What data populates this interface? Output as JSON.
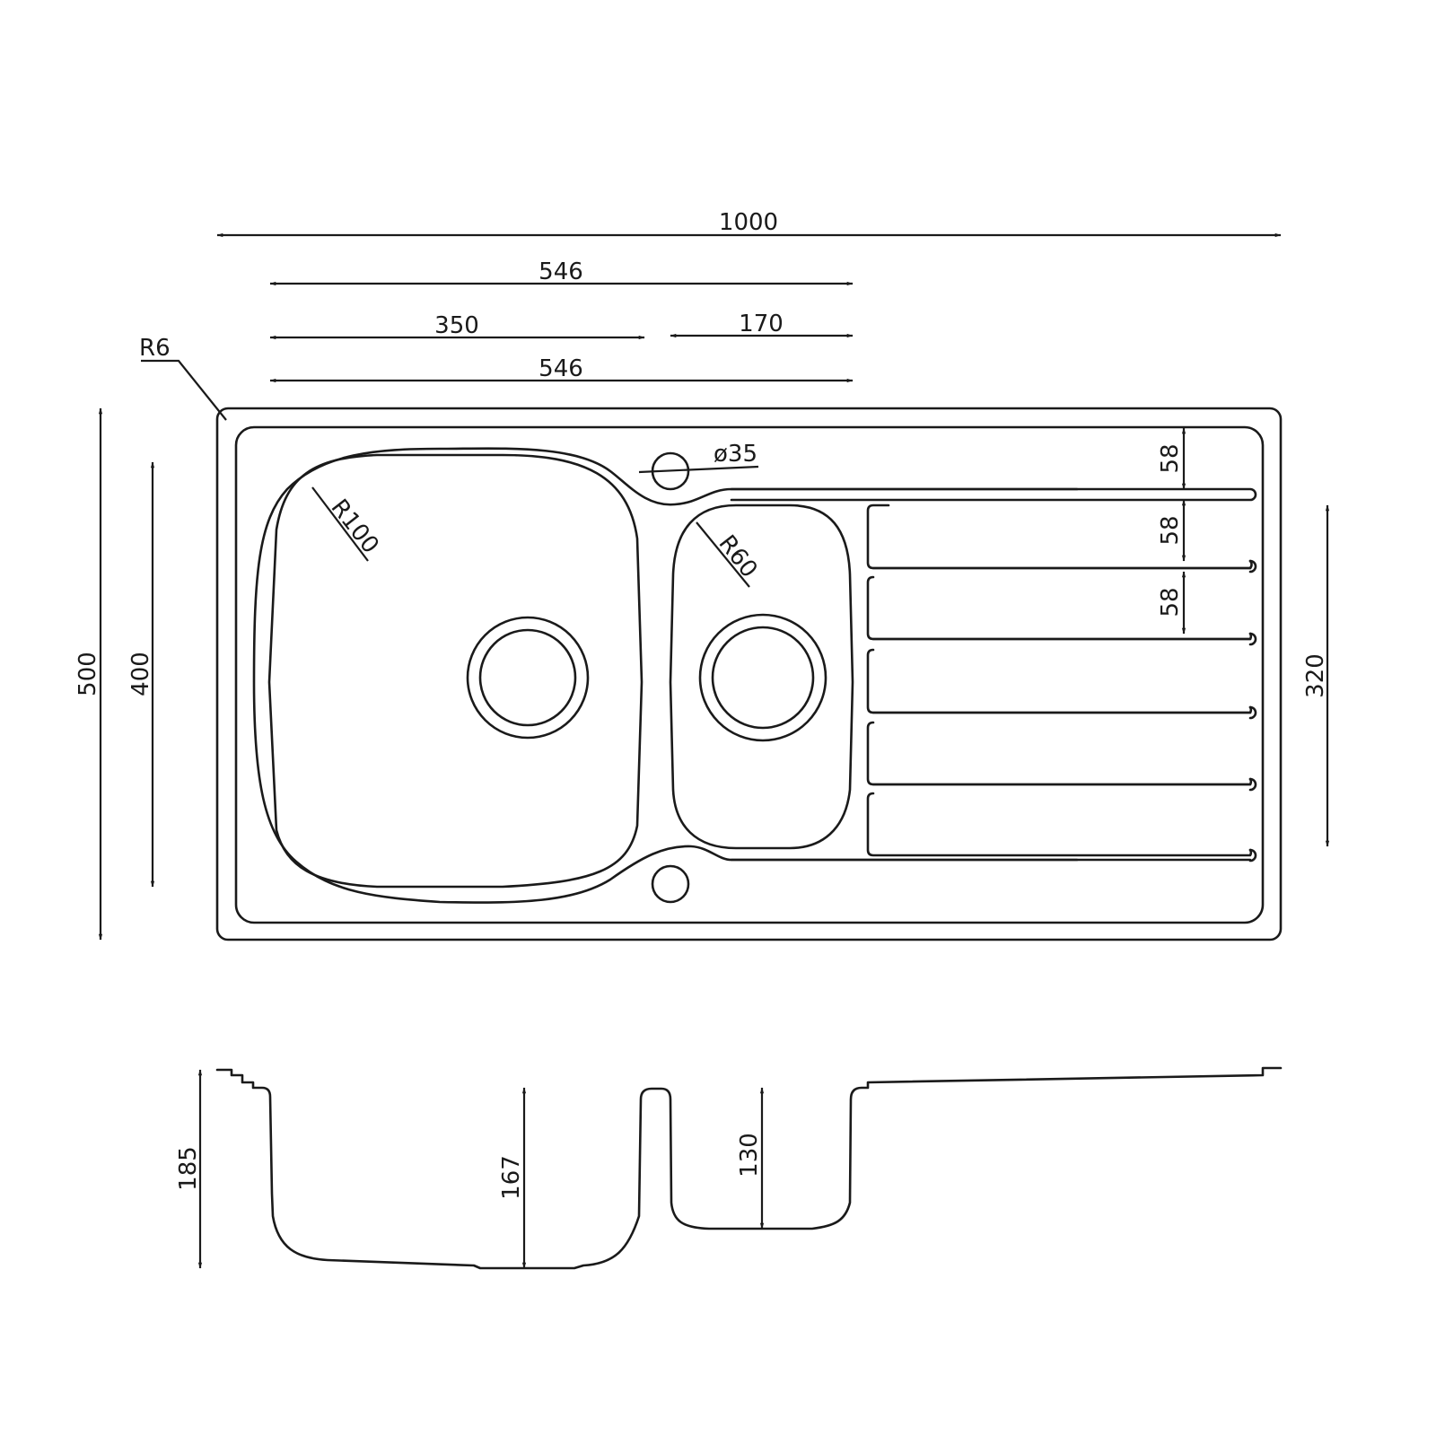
{
  "drawing": {
    "dimensions": {
      "overall_length": "1000",
      "main_bowl_plus_half_bowl": "546",
      "main_bowl_width": "350",
      "half_bowl_width": "170",
      "bowls_width": "546",
      "corner_radius": "R6",
      "tap_hole": "ø35",
      "main_bowl_radius": "R100",
      "half_bowl_radius": "R60",
      "drainer_groove_pitch_1": "58",
      "drainer_groove_pitch_2": "58",
      "drainer_groove_pitch_3": "58",
      "overall_depth": "500",
      "main_bowl_length": "400",
      "half_bowl_length": "320",
      "overall_height": "185",
      "main_bowl_depth": "167",
      "half_bowl_depth": "130"
    }
  }
}
